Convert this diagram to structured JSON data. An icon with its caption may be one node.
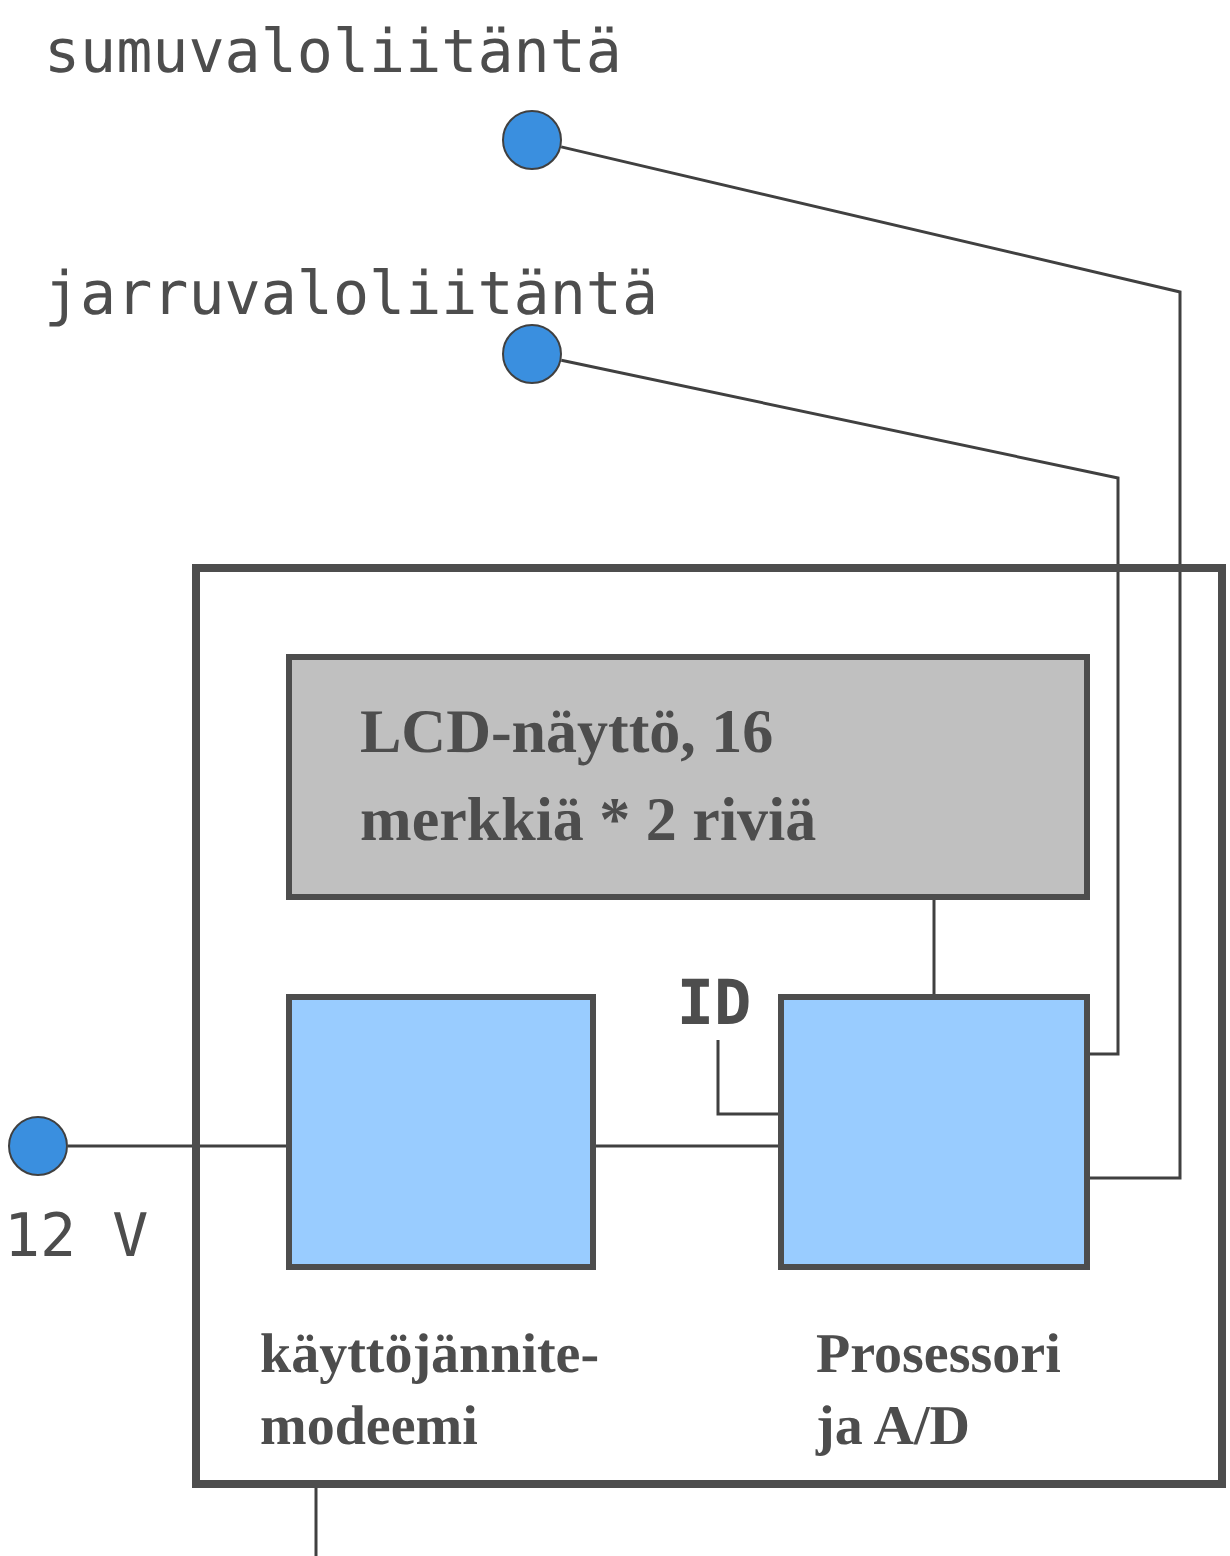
{
  "diagram": {
    "nodes": [
      {
        "text": [],
        "shape": "circle",
        "beside": [
          "sumuvaloliitäntä"
        ]
      },
      {
        "text": [],
        "shape": "circle",
        "beside": [
          "jarruvaloliitäntä"
        ]
      },
      {
        "text": [],
        "shape": "box"
      },
      {
        "text": [
          "LCD-näyttö, 16 merkkiä * 2 riviä"
        ],
        "in": 2
      },
      {
        "text": [
          "ID"
        ],
        "in": 2
      },
      {
        "text": [],
        "shape": "box",
        "beside": [
          "käyttöjännite- modeemi"
        ],
        "in": 2
      },
      {
        "text": [],
        "shape": "box",
        "beside": [
          "Prosessori ja A/D"
        ],
        "in": 2
      },
      {
        "text": [],
        "shape": "circle",
        "beside": [
          "12 V"
        ]
      }
    ],
    "edges": [
      {
        "from": 0,
        "to": 6,
        "arrow": "none"
      },
      {
        "from": 1,
        "to": 6,
        "arrow": "none"
      },
      {
        "from": 7,
        "to": 5,
        "arrow": "none"
      },
      {
        "from": 5,
        "to": 6,
        "arrow": "none"
      },
      {
        "from": 3,
        "to": 6,
        "arrow": "none"
      },
      {
        "from": 4,
        "to": 6,
        "arrow": "none"
      },
      {
        "from": 2,
        "to": null,
        "arrow": "none"
      }
    ]
  }
}
